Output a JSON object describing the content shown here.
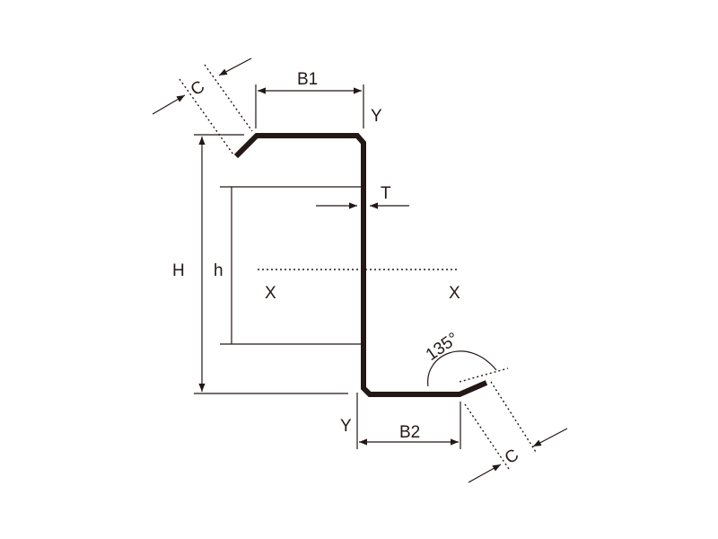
{
  "diagram": {
    "title_labels": {
      "B1": "B1",
      "B2": "B2",
      "H": "H",
      "h": "h",
      "T": "T",
      "C_top": "C",
      "C_bottom": "C",
      "Y_top": "Y",
      "Y_bottom": "Y",
      "X_left": "X",
      "X_right": "X",
      "angle": "135°"
    },
    "colors": {
      "line": "#231815",
      "background": "#ffffff"
    }
  }
}
